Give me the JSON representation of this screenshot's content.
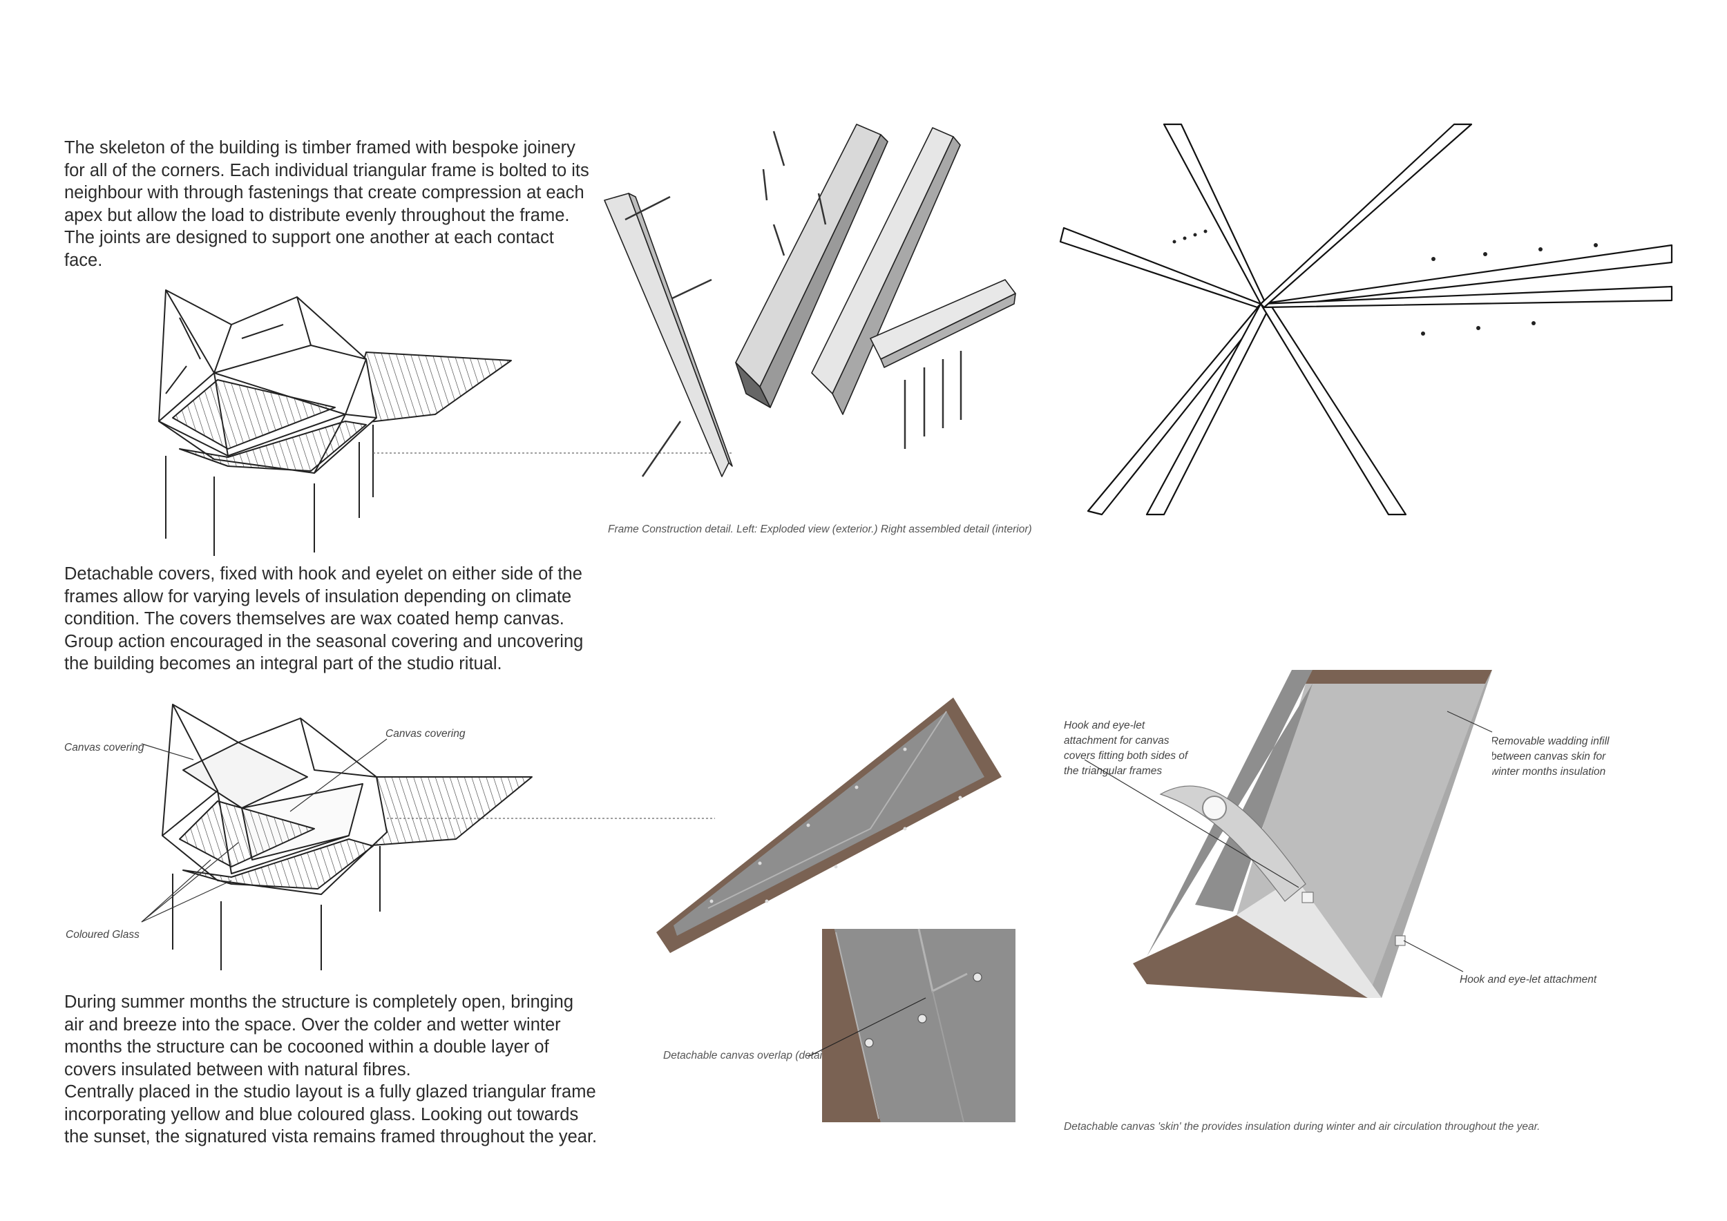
{
  "sections": {
    "skeleton_text": [
      "The skeleton of the building is timber framed with bespoke joinery",
      "for all of the corners. Each individual triangular frame is bolted to its",
      "neighbour with through fastenings that create compression at each",
      "apex but allow the load to distribute evenly throughout the frame.",
      "The joints are designed to support one another at each contact",
      "face."
    ],
    "covers_text": [
      "Detachable covers, fixed with hook and eyelet on either side of the",
      "frames allow for varying levels of insulation depending on climate",
      "condition. The covers themselves are wax coated hemp canvas.",
      "Group action encouraged in the seasonal covering and uncovering",
      "the building becomes an integral part of the studio ritual."
    ],
    "summer_text": [
      "During summer months the structure is completely open, bringing",
      "air and breeze into the space. Over the colder and wetter winter",
      "months the structure can be cocooned within a double layer of",
      "covers insulated between with natural fibres.",
      "Centrally placed in the studio layout is a fully glazed triangular frame",
      "incorporating yellow and blue coloured glass. Looking out towards",
      "the sunset, the signatured vista remains framed throughout the year."
    ]
  },
  "captions": {
    "frame_construction": "Frame Construction detail. Left: Exploded view (exterior.) Right assembled detail (interior)",
    "canvas_overlap": "Detachable canvas overlap (detail)",
    "canvas_skin": "Detachable canvas 'skin' the provides insulation during winter and air circulation throughout the year."
  },
  "labels": {
    "canvas_covering_left": "Canvas covering",
    "canvas_covering_right": "Canvas covering",
    "coloured_glass": "Coloured Glass",
    "hook_eyelet_canvas": [
      "Hook and eye-let",
      "attachment for canvas",
      "covers fitting both sides of",
      "the triangular frames"
    ],
    "removable_wadding": [
      "Removable wadding infill",
      "between canvas skin for",
      "winter months insulation"
    ],
    "hook_eyelet_attachment": "Hook and eye-let attachment"
  },
  "colors": {
    "ink": "#1a1a1a",
    "timber": "#7a6253",
    "canvas": "#8e8e8e",
    "canvas_light": "#b4b4b4"
  }
}
